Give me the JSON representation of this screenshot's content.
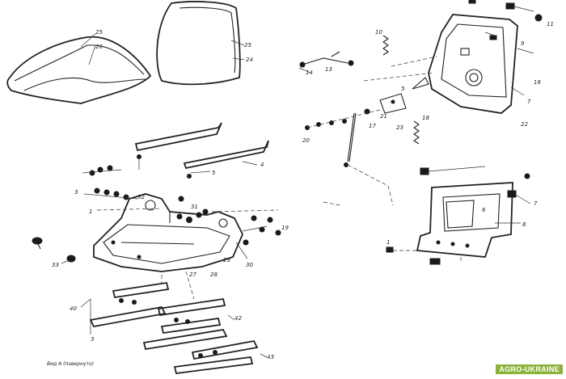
{
  "labels": {
    "l25a": "25",
    "l26": "26",
    "l25b": "25",
    "l24": "24",
    "l10": "10",
    "l14": "14",
    "l13": "13",
    "l11": "11",
    "l9": "9",
    "l16": "16",
    "l5a": "5",
    "l22": "22",
    "l7a": "7",
    "l20": "20",
    "l17": "17",
    "l21": "21",
    "l23": "23",
    "l18": "18",
    "l6": "6",
    "l7b": "7",
    "l8": "8",
    "l1a": "1",
    "l3a": "3",
    "l1b": "1",
    "l5b": "5",
    "l4": "4",
    "l32": "32",
    "l31": "31",
    "l19": "19",
    "l29": "29",
    "l30": "30",
    "l27": "27",
    "l28": "28",
    "l33": "33",
    "l40": "40",
    "l42": "42",
    "l43": "43",
    "l3b": "3",
    "caption": "Вид А (повернуто)"
  },
  "watermark": "AGRO-UKRAINE"
}
